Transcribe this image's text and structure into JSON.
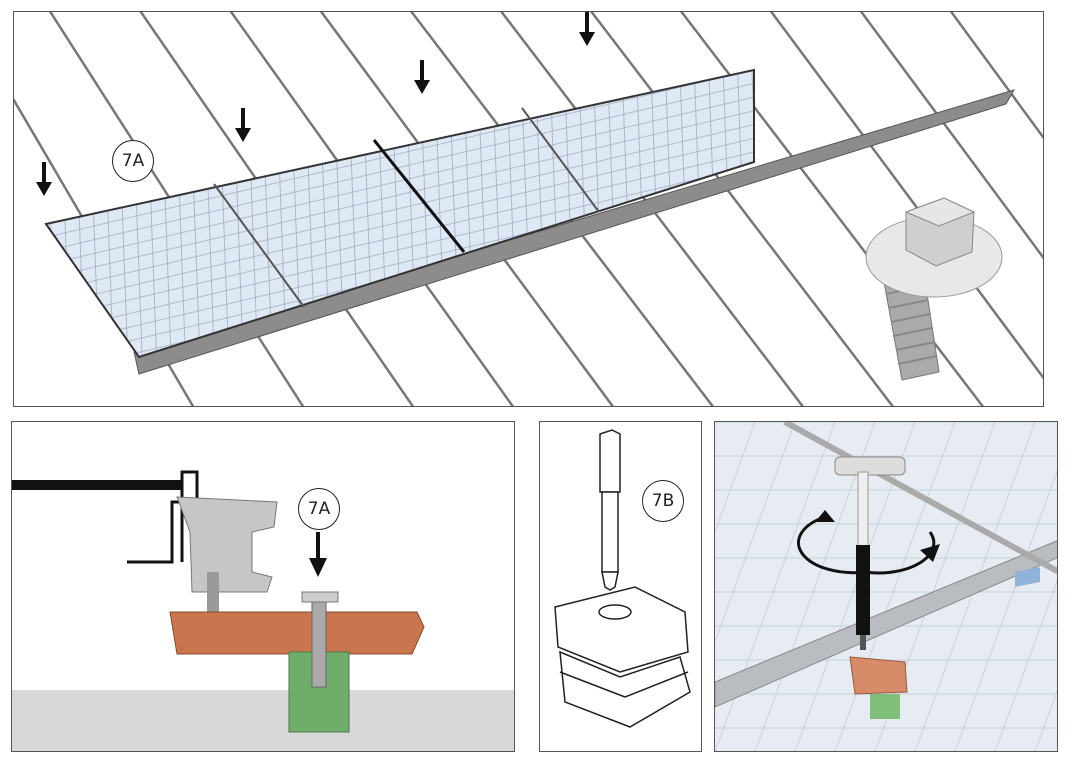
{
  "labels": {
    "top_step": "7A",
    "left_step": "7A",
    "middle_step": "7B"
  },
  "colors": {
    "panel_cell": "#dfe8f5",
    "clamp_copper": "#c9754e",
    "support_green": "#6fae6a",
    "rail_gray": "#8c8c8c"
  }
}
